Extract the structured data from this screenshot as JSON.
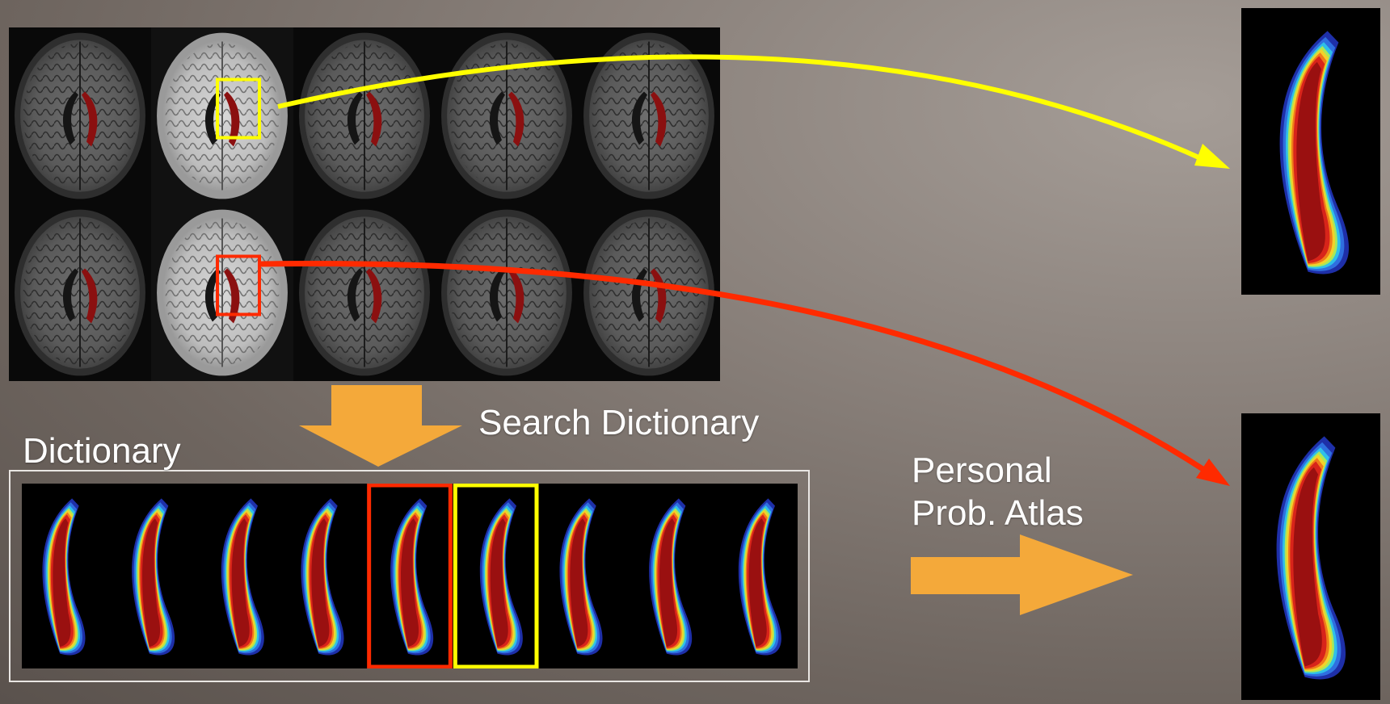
{
  "labels": {
    "dictionary": "Dictionary",
    "search_dictionary": "Search Dictionary",
    "personal_line1": "Personal",
    "personal_line2": "Prob. Atlas"
  },
  "colors": {
    "yellow_highlight": "#ffff00",
    "red_highlight": "#ff2a00",
    "orange_arrow": "#f4a93a",
    "background": "#7b736d"
  },
  "mri_grid": {
    "rows": 2,
    "cols": 5,
    "highlighted": [
      {
        "row": 0,
        "col": 1,
        "color": "yellow"
      },
      {
        "row": 1,
        "col": 1,
        "color": "red"
      }
    ]
  },
  "dictionary": {
    "count": 9,
    "highlighted": [
      {
        "index": 4,
        "color": "red"
      },
      {
        "index": 5,
        "color": "yellow"
      }
    ]
  },
  "icons": [
    "down-arrow-icon",
    "right-arrow-icon",
    "yellow-curved-arrow-icon",
    "red-curved-arrow-icon"
  ]
}
